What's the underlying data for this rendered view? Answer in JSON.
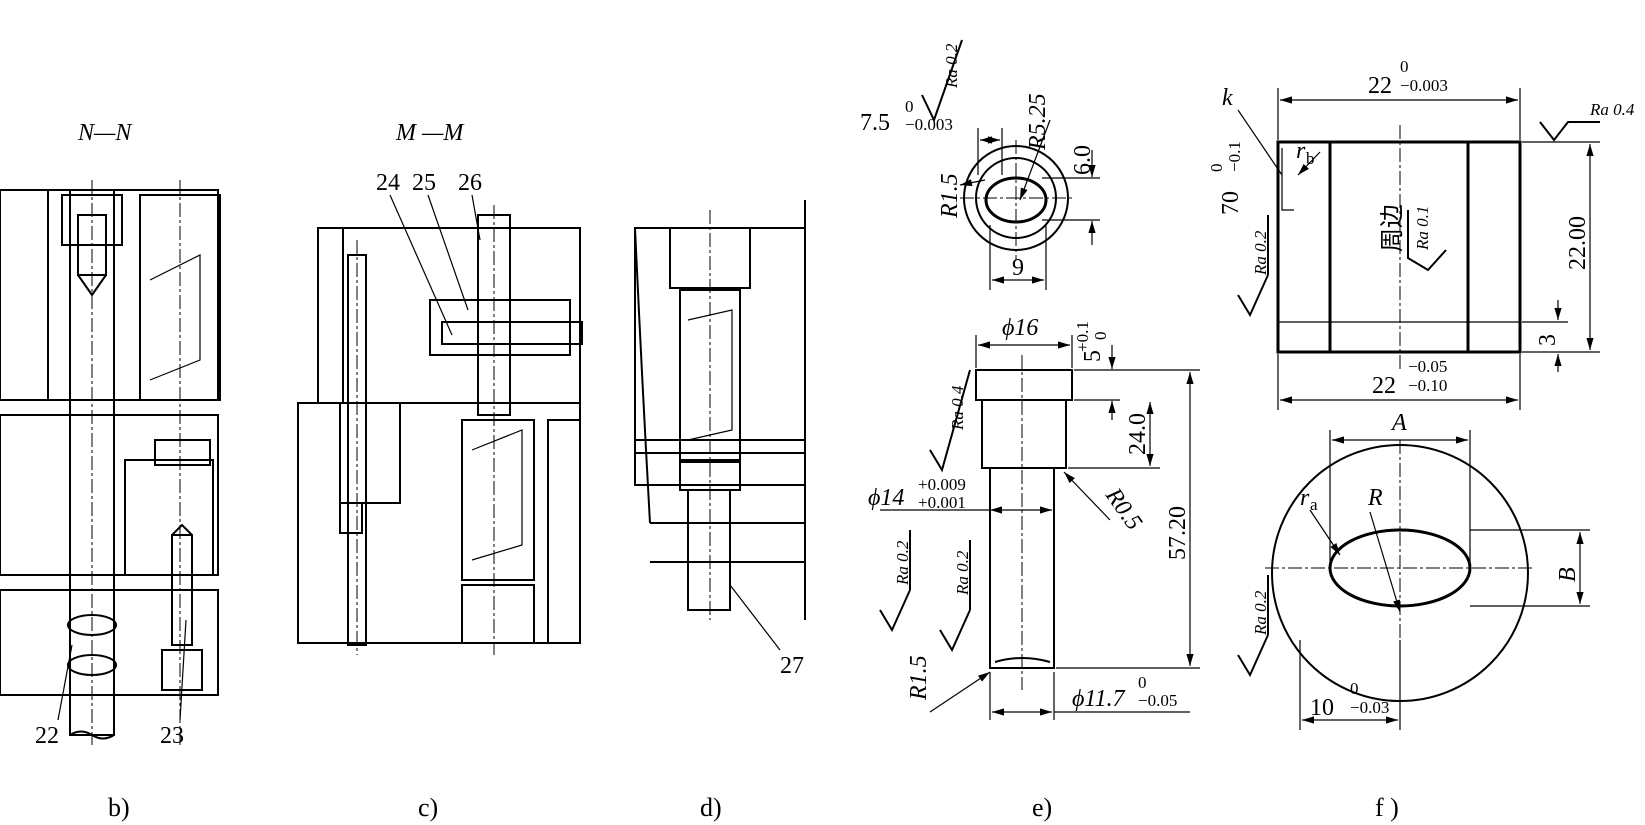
{
  "views": {
    "b": {
      "caption": "b)",
      "title": "N—N",
      "labels": [
        "22",
        "23"
      ]
    },
    "c": {
      "caption": "c)",
      "title": "M —M",
      "labels": [
        "24",
        "25",
        "26"
      ]
    },
    "d": {
      "caption": "d)",
      "labels": [
        "27"
      ]
    },
    "e": {
      "caption": "e)",
      "dims": {
        "ra_top": "Ra 0.2",
        "d75": "7.5",
        "d75_tol_upper": "0",
        "d75_tol_lower": "−0.003",
        "r525": "R5.25",
        "r15_top": "R1.5",
        "d60": "6.0",
        "d9": "9",
        "phi16": "ϕ16",
        "d5": "5",
        "d5_tol_upper": "+0.1",
        "d5_tol_lower": "0",
        "ra04": "Ra 0.4",
        "d240": "24.0",
        "phi14": "ϕ14",
        "phi14_tol_upper": "+0.009",
        "phi14_tol_lower": "+0.001",
        "r05": "R0.5",
        "d5720": "57.20",
        "ra02_a": "Ra 0.2",
        "ra02_b": "Ra 0.2",
        "r15_bottom": "R1.5",
        "phi117": "ϕ11.7",
        "phi117_tol_upper": "0",
        "phi117_tol_lower": "−0.05"
      }
    },
    "f": {
      "caption": "f )",
      "dims": {
        "k": "k",
        "d22_top": "22",
        "d22_top_tol_upper": "0",
        "d22_top_tol_lower": "−0.003",
        "ra04": "Ra 0.4",
        "d70": "70",
        "d70_tol_upper": "0",
        "d70_tol_lower": "−0.1",
        "rb": "r",
        "rb_sub": "b",
        "ra02_left": "Ra 0.2",
        "zhoubian": "周边",
        "ra01": "Ra 0.1",
        "d2200": "22.00",
        "d3": "3",
        "d22_bottom": "22",
        "d22_bottom_tol_upper": "−0.05",
        "d22_bottom_tol_lower": "−0.10",
        "A": "A",
        "ra": "r",
        "ra_sub": "a",
        "R": "R",
        "B": "B",
        "ra02_bottom": "Ra 0.2",
        "d10": "10",
        "d10_tol_upper": "0",
        "d10_tol_lower": "−0.03"
      }
    }
  }
}
